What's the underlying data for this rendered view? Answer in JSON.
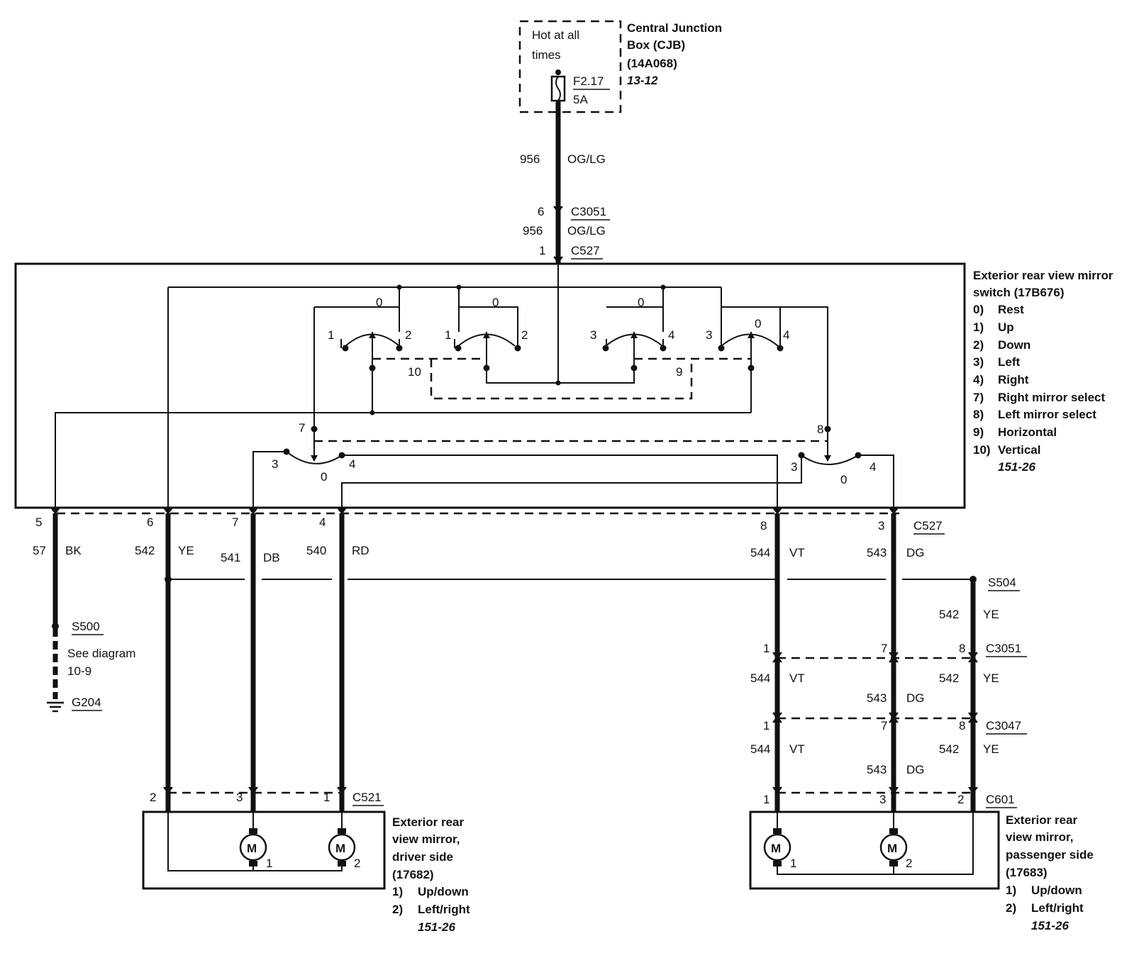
{
  "cjb": {
    "hot_label_1": "Hot at all",
    "hot_label_2": "times",
    "fuse_id": "F2.17",
    "fuse_rating": "5A",
    "title_1": "Central Junction",
    "title_2": "Box (CJB)",
    "part": "(14A068)",
    "ref": "13-12"
  },
  "feed": {
    "circuit_top": "956",
    "color_top": "OG/LG",
    "c3051_pin": "6",
    "c3051": "C3051",
    "circuit_mid": "956",
    "color_mid": "OG/LG",
    "c527_pin": "1",
    "c527": "C527"
  },
  "switch": {
    "title_1": "Exterior rear view mirror",
    "title_2": "switch (17B676)",
    "legend": [
      {
        "num": "0)",
        "text": "Rest"
      },
      {
        "num": "1)",
        "text": "Up"
      },
      {
        "num": "2)",
        "text": "Down"
      },
      {
        "num": "3)",
        "text": "Left"
      },
      {
        "num": "4)",
        "text": "Right"
      },
      {
        "num": "7)",
        "text": "Right mirror select"
      },
      {
        "num": "8)",
        "text": "Left mirror select"
      },
      {
        "num": "9)",
        "text": "Horizontal"
      },
      {
        "num": "10)",
        "text": "Vertical"
      }
    ],
    "ref": "151-26",
    "contact_labels": {
      "a1": "1",
      "a0": "0",
      "a2": "2",
      "b1": "1",
      "b0": "0",
      "b2": "2",
      "c3": "3",
      "c0": "0",
      "c4": "4",
      "d3": "3",
      "d0": "0",
      "d4": "4",
      "link10": "10",
      "link9": "9",
      "sel7": "7",
      "sel8": "8",
      "l3": "3",
      "l0": "0",
      "l4": "4",
      "r3": "3",
      "r0": "0",
      "r4": "4"
    }
  },
  "c527_pins": [
    {
      "pin": "5",
      "circuit": "57",
      "color": "BK"
    },
    {
      "pin": "6",
      "circuit": "542",
      "color": "YE"
    },
    {
      "pin": "7",
      "circuit": "541",
      "color": "DB"
    },
    {
      "pin": "4",
      "circuit": "540",
      "color": "RD"
    },
    {
      "pin": "8",
      "circuit": "544",
      "color": "VT"
    },
    {
      "pin": "3",
      "circuit": "543",
      "color": "DG"
    }
  ],
  "c527_label": "C527",
  "ground": {
    "splice": "S500",
    "see_1": "See diagram",
    "see_2": "10-9",
    "ground_id": "G204"
  },
  "right_branch": {
    "splice": "S504",
    "ye_circuit": "542",
    "ye_color": "YE",
    "c3051": "C3051",
    "c3051_pins": [
      "1",
      "7",
      "8"
    ],
    "c3047": "C3047",
    "c3047_pins": [
      "1",
      "7",
      "8"
    ],
    "vt_circuit": "544",
    "vt_color": "VT",
    "dg_circuit": "543",
    "dg_color": "DG"
  },
  "driver_mirror": {
    "connector": "C521",
    "pins": [
      "2",
      "3",
      "1"
    ],
    "motor": "M",
    "motor_1": "1",
    "motor_2": "2",
    "title_1": "Exterior rear",
    "title_2": "view mirror,",
    "title_3": "driver side",
    "part": "(17682)",
    "legend": [
      {
        "num": "1)",
        "text": "Up/down"
      },
      {
        "num": "2)",
        "text": "Left/right"
      }
    ],
    "ref": "151-26"
  },
  "passenger_mirror": {
    "connector": "C601",
    "pins": [
      "1",
      "3",
      "2"
    ],
    "motor": "M",
    "motor_1": "1",
    "motor_2": "2",
    "title_1": "Exterior rear",
    "title_2": "view mirror,",
    "title_3": "passenger side",
    "part": "(17683)",
    "legend": [
      {
        "num": "1)",
        "text": "Up/down"
      },
      {
        "num": "2)",
        "text": "Left/right"
      }
    ],
    "ref": "151-26"
  }
}
